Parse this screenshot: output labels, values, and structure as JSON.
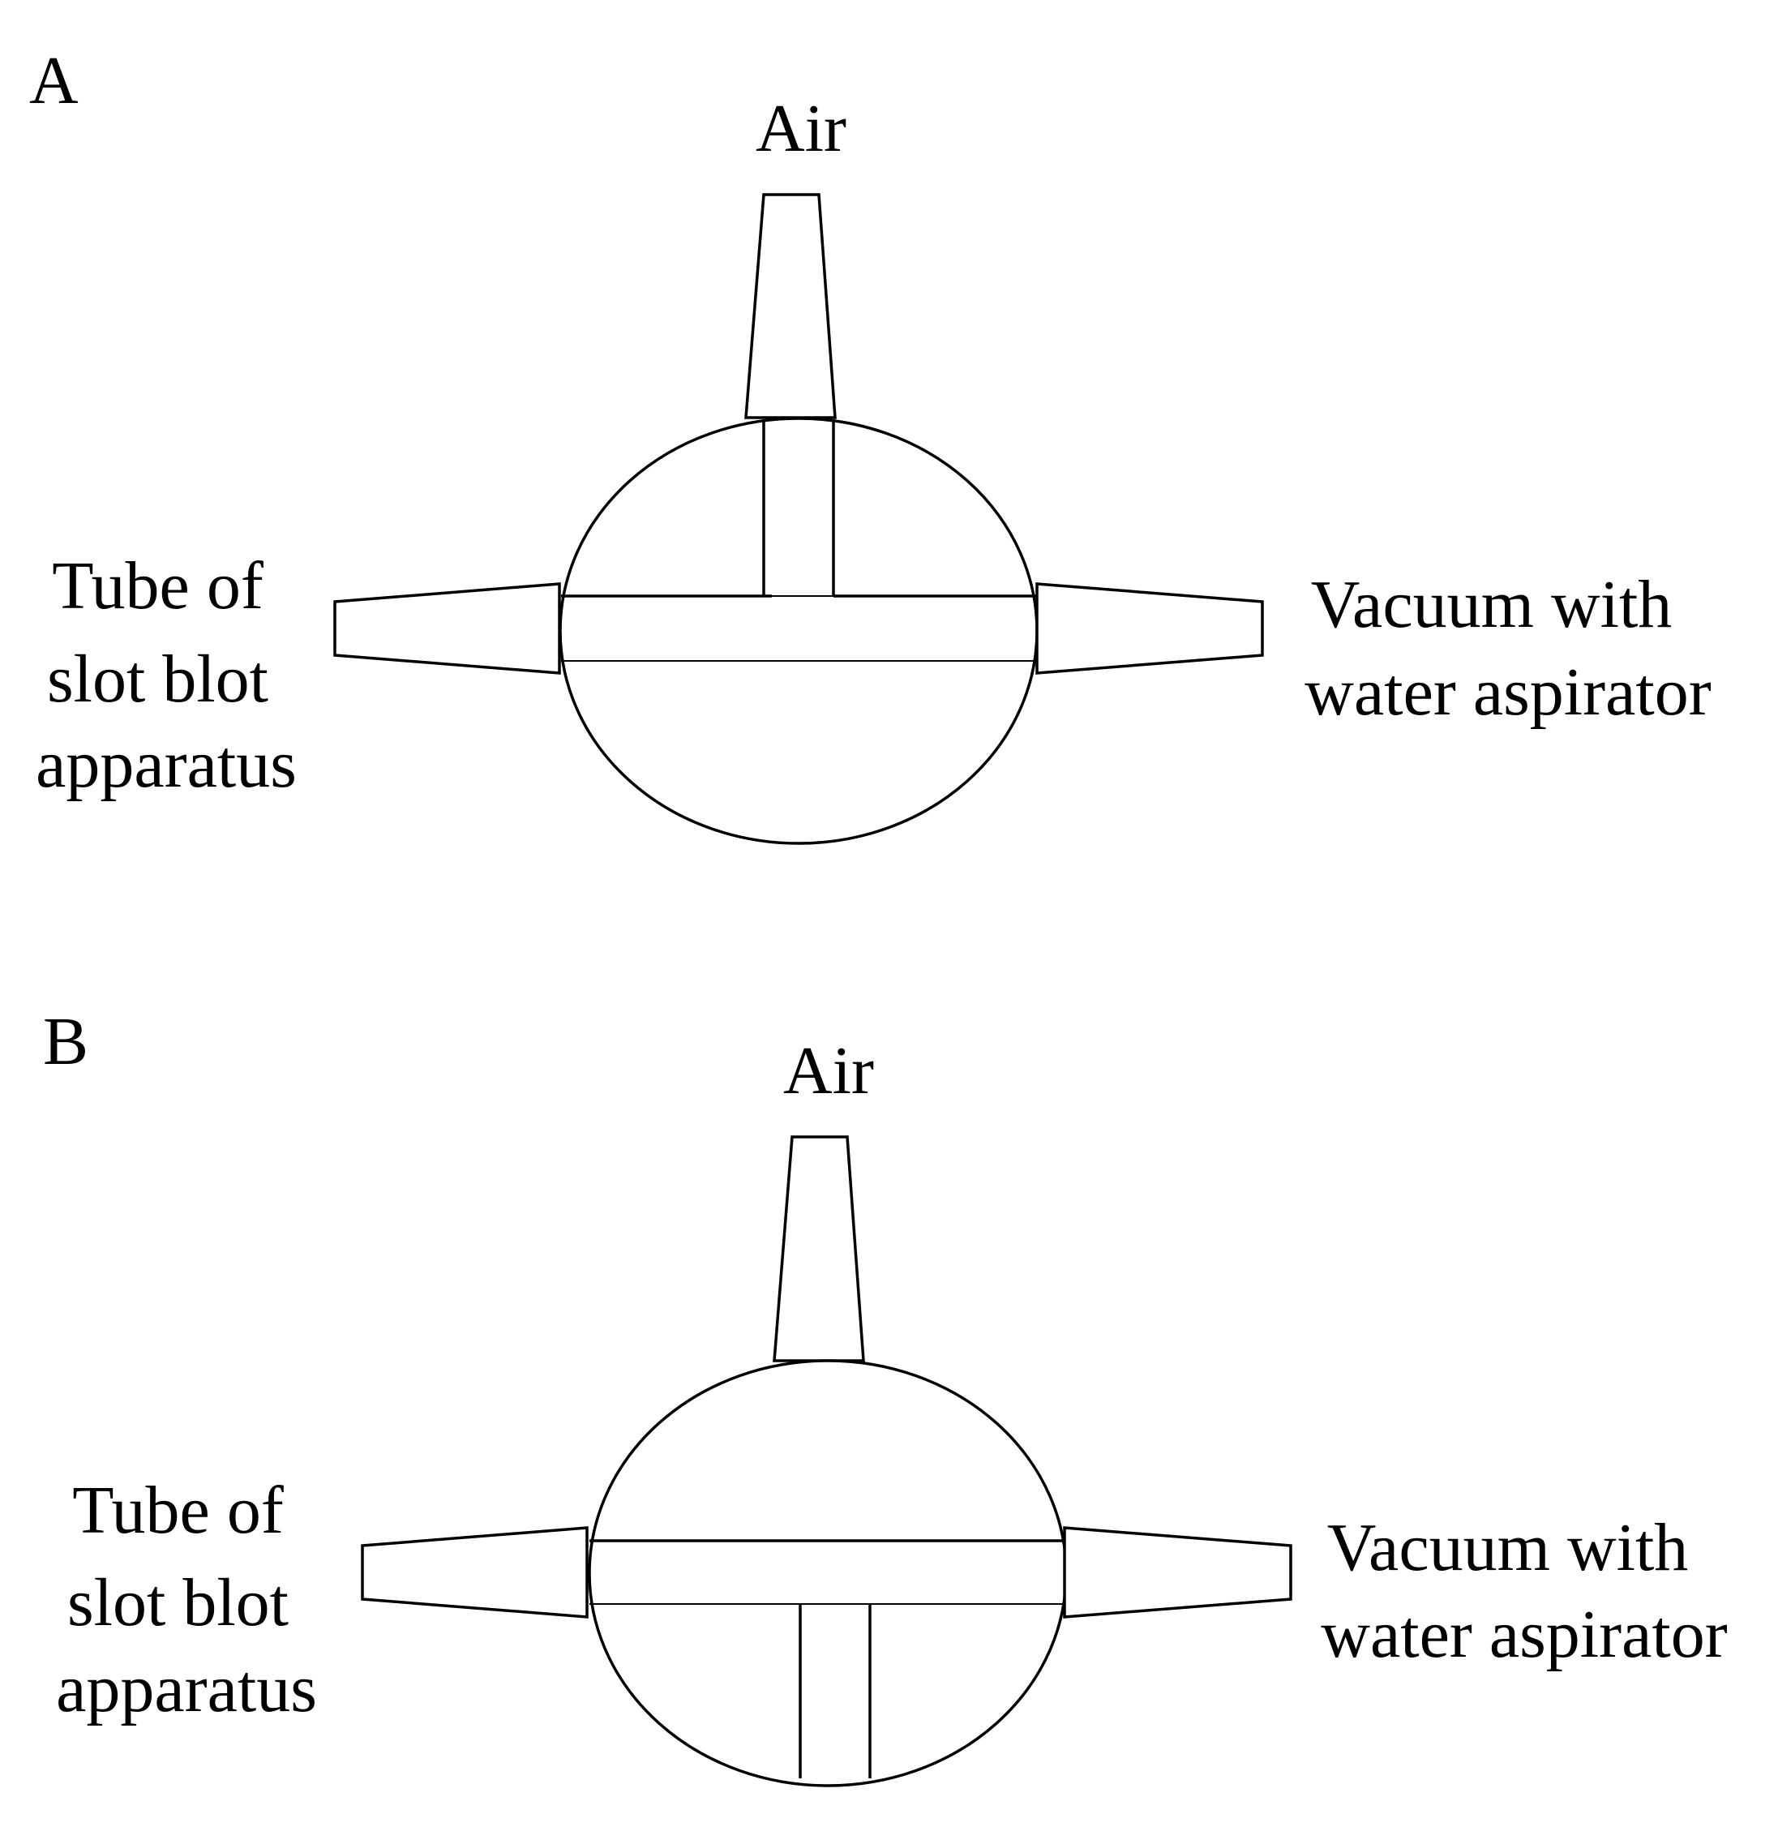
{
  "panels": [
    {
      "letter": "A",
      "top_label": "Air",
      "left_label": [
        "Tube of",
        "slot blot",
        "apparatus"
      ],
      "right_label": [
        "Vacuum with",
        "water aspirator"
      ],
      "bore": "up"
    },
    {
      "letter": "B",
      "top_label": "Air",
      "left_label": [
        "Tube of",
        "slot blot",
        "apparatus"
      ],
      "right_label": [
        "Vacuum with",
        "water aspirator"
      ],
      "bore": "down"
    }
  ],
  "colors": {
    "stroke": "#000000",
    "background": "#ffffff"
  }
}
